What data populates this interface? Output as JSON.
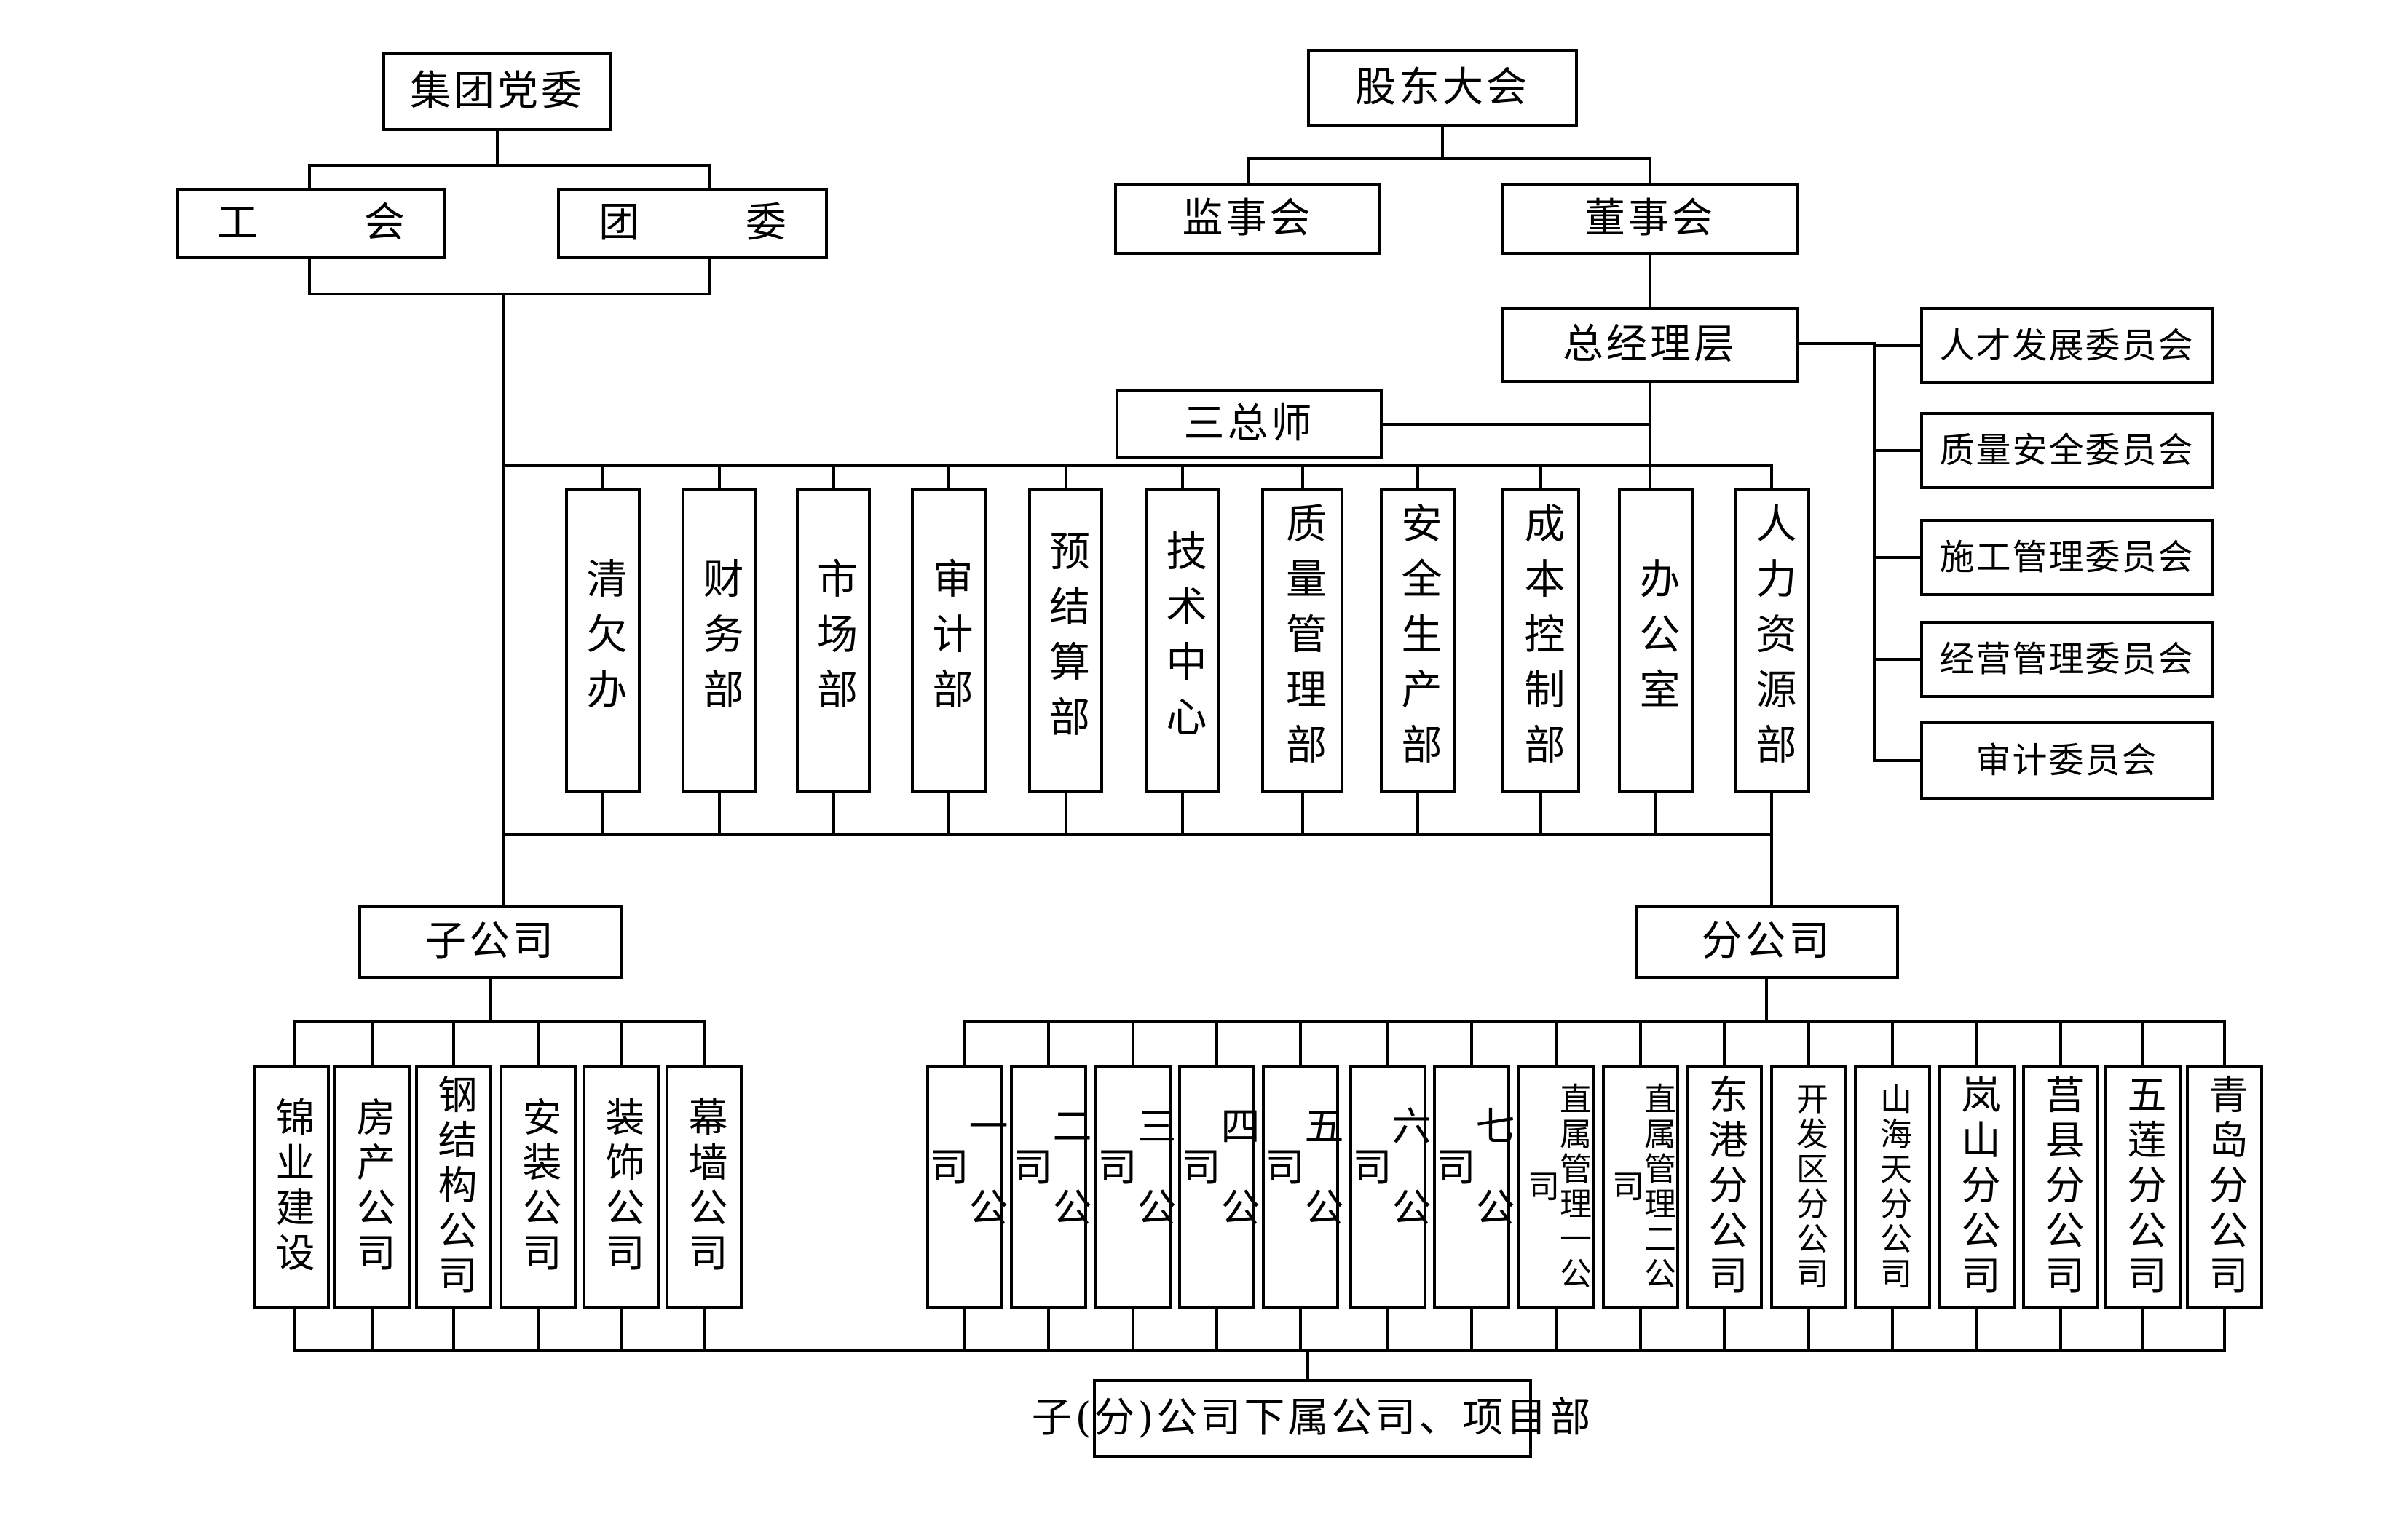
{
  "party_committee": "集团党委",
  "union": "工 会",
  "youth_league": "团 委",
  "shareholders": "股东大会",
  "supervisors": "监事会",
  "board": "董事会",
  "general_manager": "总经理层",
  "three_chief_engineers": "三总师",
  "committees": [
    "人才发展委员会",
    "质量安全委员会",
    "施工管理委员会",
    "经营管理委员会",
    "审计委员会"
  ],
  "departments": [
    "清欠办",
    "财务部",
    "市场部",
    "审计部",
    "预结算部",
    "技术中心",
    "质量管理部",
    "安全生产部",
    "成本控制部",
    "办公室",
    "人力资源部"
  ],
  "subsidiaries_label": "子公司",
  "subsidiaries": [
    "锦业建设",
    "房产公司",
    "钢结构公司",
    "安装公司",
    "装饰公司",
    "幕墙公司"
  ],
  "branches_label": "分公司",
  "branches": [
    "一公司",
    "二公司",
    "三公司",
    "四公司",
    "五公司",
    "六公司",
    "七公司",
    "直属管理一公司",
    "直属管理二公司",
    "东港分公司",
    "开发区分公司",
    "山海天分公司",
    "岚山分公司",
    "莒县分公司",
    "五莲分公司",
    "青岛分公司"
  ],
  "bottom_unit": "子(分)公司下属公司、项目部"
}
